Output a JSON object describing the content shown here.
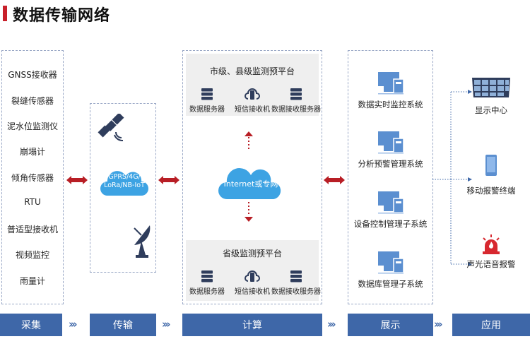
{
  "title": "数据传输网络",
  "colors": {
    "accent": "#c8202a",
    "stage": "#3e67a8",
    "icon": "#5b8fd0",
    "dark": "#2f3d5c"
  },
  "collect": {
    "items": [
      "GNSS接收器",
      "裂缝传感器",
      "泥水位监测仪",
      "崩塌计",
      "倾角传感器",
      "RTU",
      "普适型接收机",
      "视频监控",
      "雨量计"
    ]
  },
  "transmit": {
    "cloud_line1": "GPRS/4G/",
    "cloud_line2": "LoRa/NB-IoT",
    "icons": [
      "satellite-icon",
      "satellite-dish-icon"
    ]
  },
  "compute": {
    "top_platform": {
      "title": "市级、县级监测预平台",
      "nodes": [
        "数据服务器",
        "短信接收机",
        "数据接收服务器"
      ]
    },
    "cloud": "Internet或专网",
    "bottom_platform": {
      "title": "省级监测预平台",
      "nodes": [
        "数据服务器",
        "短信接收机",
        "数据接收服务器"
      ]
    }
  },
  "display": {
    "systems": [
      "数据实时监控系统",
      "分析预警管理系统",
      "设备控制管理子系统",
      "数据库管理子系统"
    ]
  },
  "apply": {
    "items": [
      "显示中心",
      "移动报警终端",
      "声光语音报警"
    ]
  },
  "stages": [
    "采集",
    "传输",
    "计算",
    "展示",
    "应用"
  ],
  "chevron": "›››"
}
